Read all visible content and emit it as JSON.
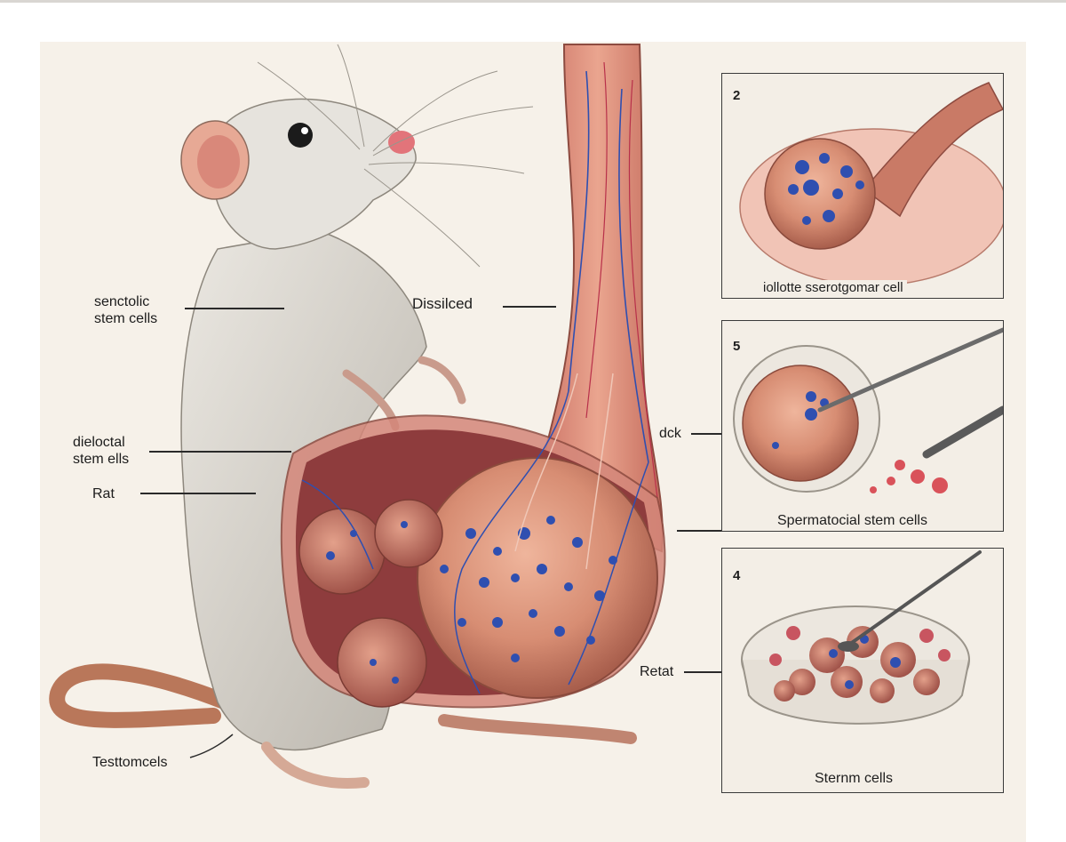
{
  "labels": {
    "sentcolic": "senctolic\nstem cells",
    "dissilced": "Dissilced",
    "dielocttal": "dieloctal\nstem ells",
    "rat": "Rat",
    "testtomcels": "Testtomcels",
    "dck": "dck",
    "retat": "Retat"
  },
  "panels": [
    {
      "number": "2",
      "caption": "iollotte sserotgomar cell"
    },
    {
      "number": "5",
      "caption": "Spermatocial stem cells"
    },
    {
      "number": "4",
      "caption": "Sternm cells"
    }
  ],
  "colors": {
    "tissue": "#c97a66",
    "vessel_blue": "#2f4fb0",
    "vessel_red": "#b8304a",
    "fur": "#d8d4cc",
    "tail": "#b9775a"
  }
}
